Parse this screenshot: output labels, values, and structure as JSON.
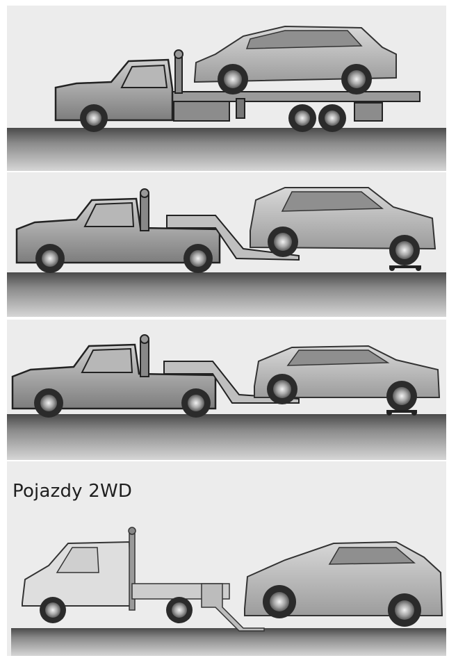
{
  "section_caption": "Pojazdy 2WD",
  "illustrations": [
    {
      "name": "flatbed-towing-illustration"
    },
    {
      "name": "wheel-lift-front-dolly-illustration"
    },
    {
      "name": "wheel-lift-rear-dolly-illustration"
    },
    {
      "name": "light-truck-wheel-lift-2wd-illustration"
    }
  ],
  "colors": {
    "background": "#ececec",
    "ground_dark": "#555555",
    "vehicle_body": "#bdbdbd",
    "truck_body": "#a6a6a6",
    "tire": "#2b2b2b"
  }
}
